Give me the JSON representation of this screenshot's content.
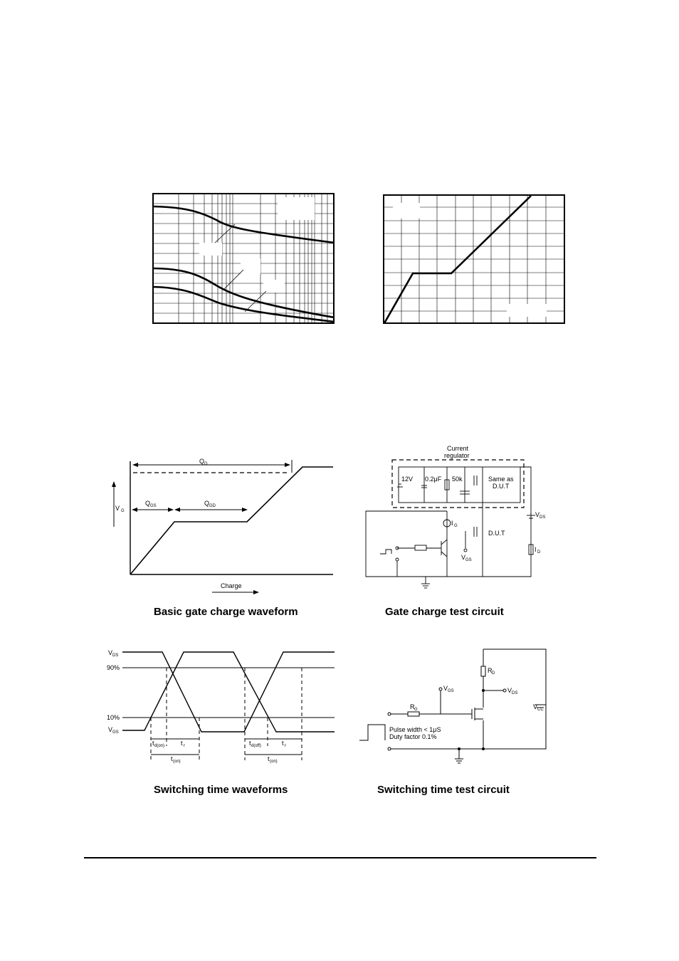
{
  "captions": {
    "gate_waveform": "Basic gate charge waveform",
    "gate_circuit": "Gate charge test circuit",
    "switch_waveforms": "Switching time waveforms",
    "switch_circuit": "Switching time test circuit"
  },
  "gate_waveform": {
    "qg": "Q",
    "qg_sub": "G",
    "qgs": "Q",
    "qgs_sub": "GS",
    "qgd": "Q",
    "qgd_sub": "GD",
    "vg": "V",
    "vg_sub": "G",
    "xaxis": "Charge"
  },
  "gate_circuit": {
    "regulator_line1": "Current",
    "regulator_line2": "regulator",
    "v12": "12V",
    "cap": "0.2μF",
    "res": "50k",
    "same1": "Same as",
    "same2": "D.U.T",
    "dut": "D.U.T",
    "ig": "I",
    "ig_sub": "G",
    "vds": "V",
    "vds_sub": "DS",
    "id": "I",
    "id_sub": "D",
    "vgs": "V",
    "vgs_sub": "GS"
  },
  "switch_waveforms": {
    "vds": "V",
    "vds_sub": "DS",
    "p90": "90%",
    "p10": "10%",
    "vgs": "V",
    "vgs_sub": "GS",
    "td_on": "t",
    "td_on_sub": "d(on)",
    "tr1": "t",
    "tr1_sub": "r",
    "ton": "t",
    "ton_sub": "(on)",
    "td_off": "t",
    "td_off_sub": "d(off)",
    "tr2": "t",
    "tr2_sub": "r",
    "toff": "t",
    "toff_sub": "(on)"
  },
  "switch_circuit": {
    "vgs": "V",
    "vgs_sub": "GS",
    "vds": "V",
    "vds_sub": "DS",
    "rg": "R",
    "rg_sub": "G",
    "rd": "R",
    "rd_sub": "D",
    "vcc": "V",
    "vcc_sub": "CC",
    "pulse": "Pulse width < 1μS",
    "duty": "Duty factor 0.1%"
  }
}
